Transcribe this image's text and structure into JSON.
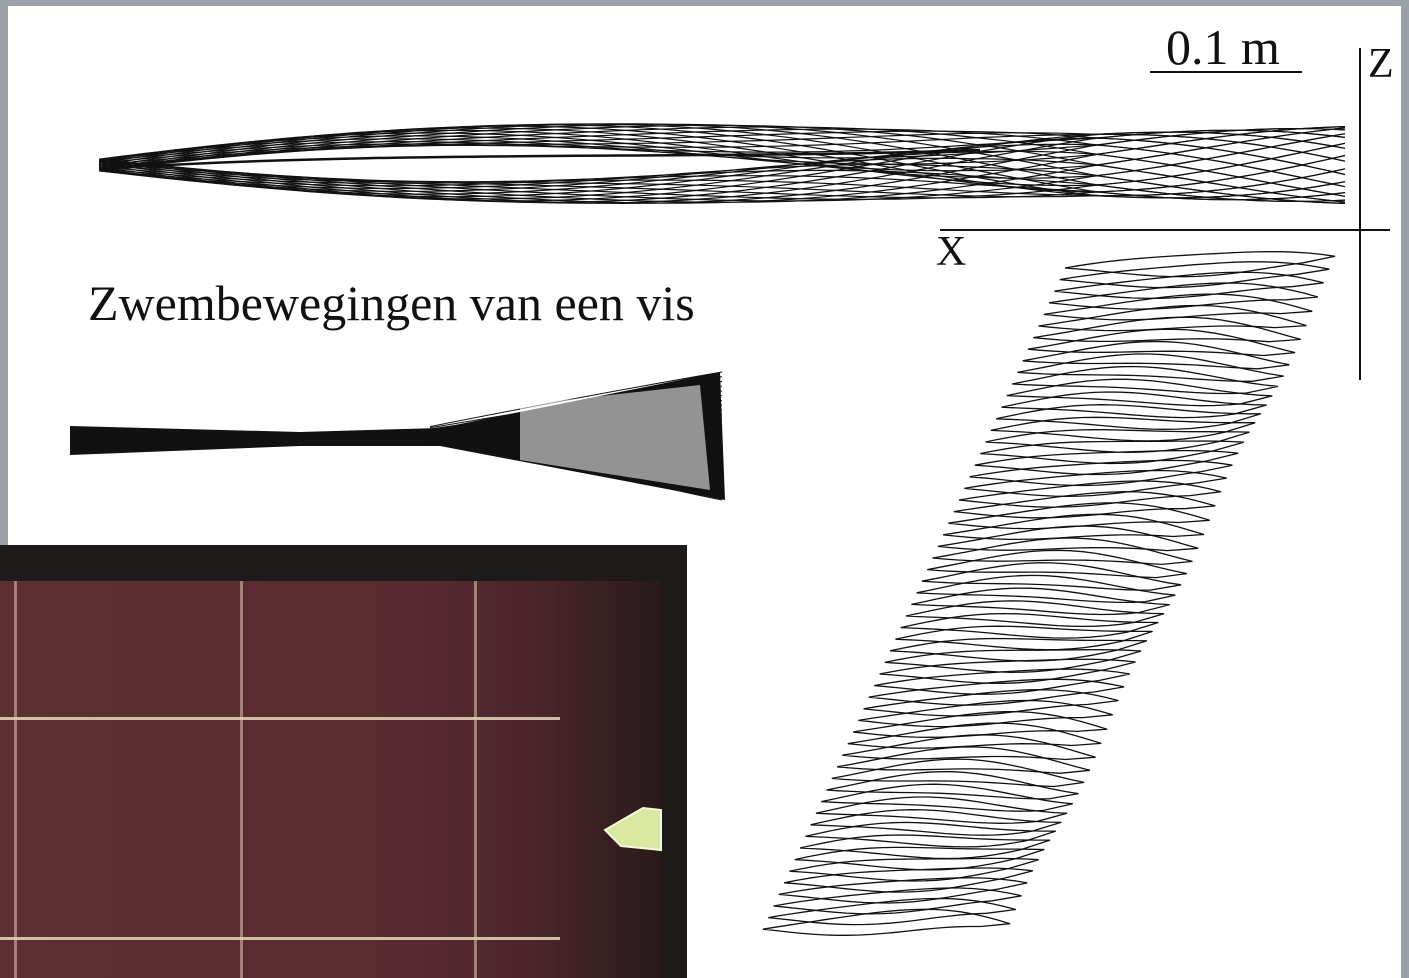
{
  "slide": {
    "caption": "Zwembewegingen van een vis",
    "scale_bar_label": "0.1 m",
    "axis_z_label": "Z",
    "axis_x_label": "X"
  },
  "colors": {
    "ink": "#111111",
    "background": "#ffffff",
    "video_background": "#5a2c32",
    "video_grid": "#e8d8b8",
    "fish_marker": "#d8e8a0"
  },
  "icons": {
    "side_view": "fish-side-view-wave-trace",
    "top_view": "fish-top-view-tail-envelope",
    "sequence": "fish-stacked-sequence-traces",
    "video": "video-still-with-fish"
  }
}
